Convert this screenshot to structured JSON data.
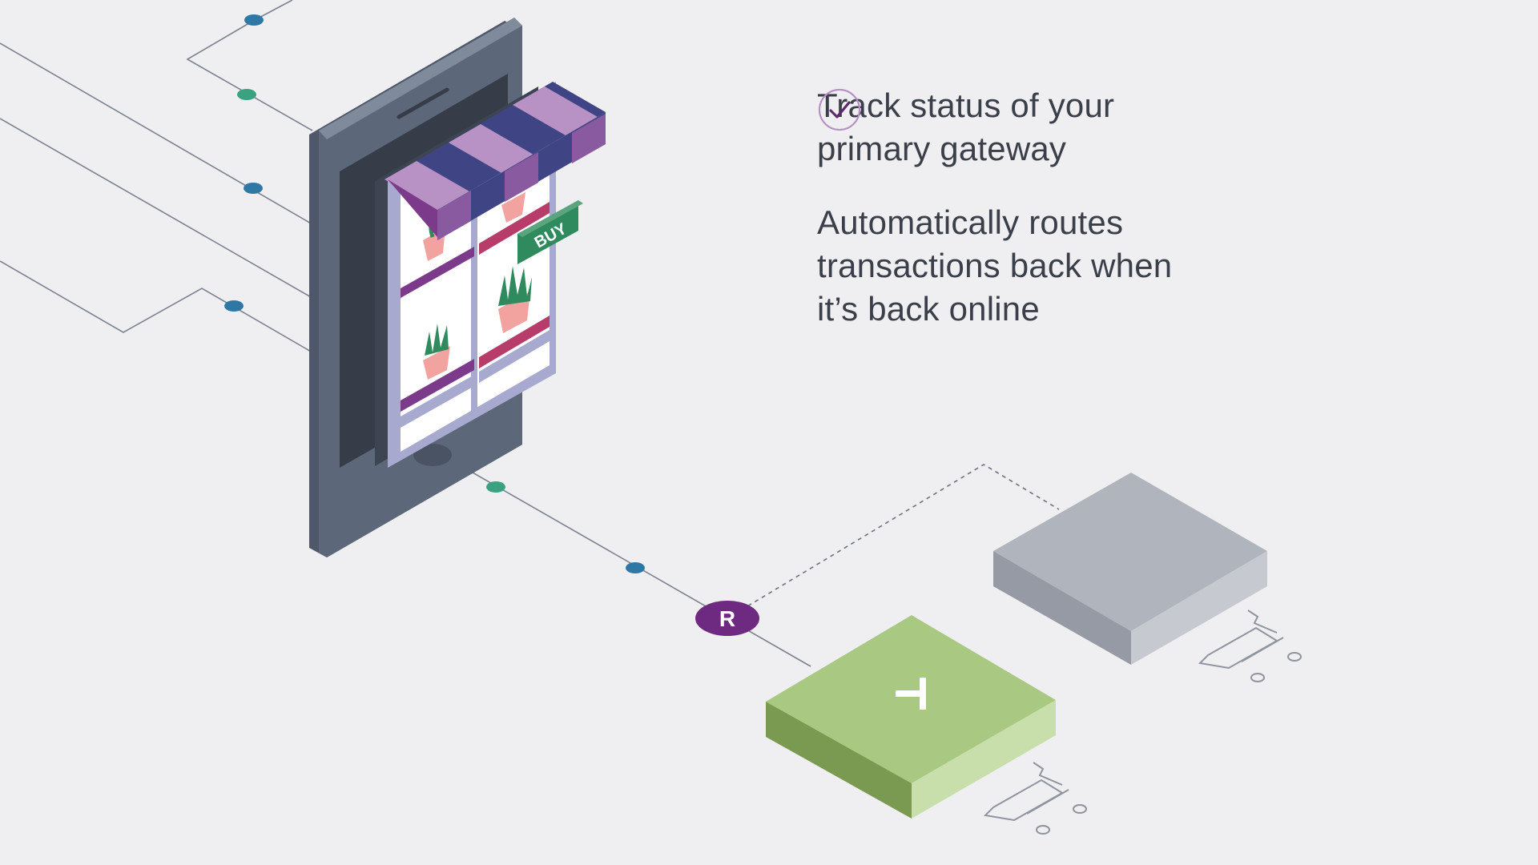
{
  "features": [
    {
      "icon": "check-circle-icon",
      "lines": [
        "Track status of your",
        "primary gateway"
      ]
    },
    {
      "icon": "check-circle-icon",
      "lines": [
        "Automatically routes",
        "transactions back when",
        "it’s back online"
      ]
    }
  ],
  "store": {
    "buy_label": "BUY"
  },
  "router": {
    "badge": "R"
  },
  "colors": {
    "background": "#efeff1",
    "check": "#7b3c8c",
    "router": "#6e2a80",
    "active_gateway": "#a9c983",
    "inactive_gateway": "#b0b5bd",
    "phone": "#5c6779",
    "buy_sign": "#2f8a5e",
    "dot_blue": "#2f78a6",
    "dot_green": "#3aa27f"
  }
}
